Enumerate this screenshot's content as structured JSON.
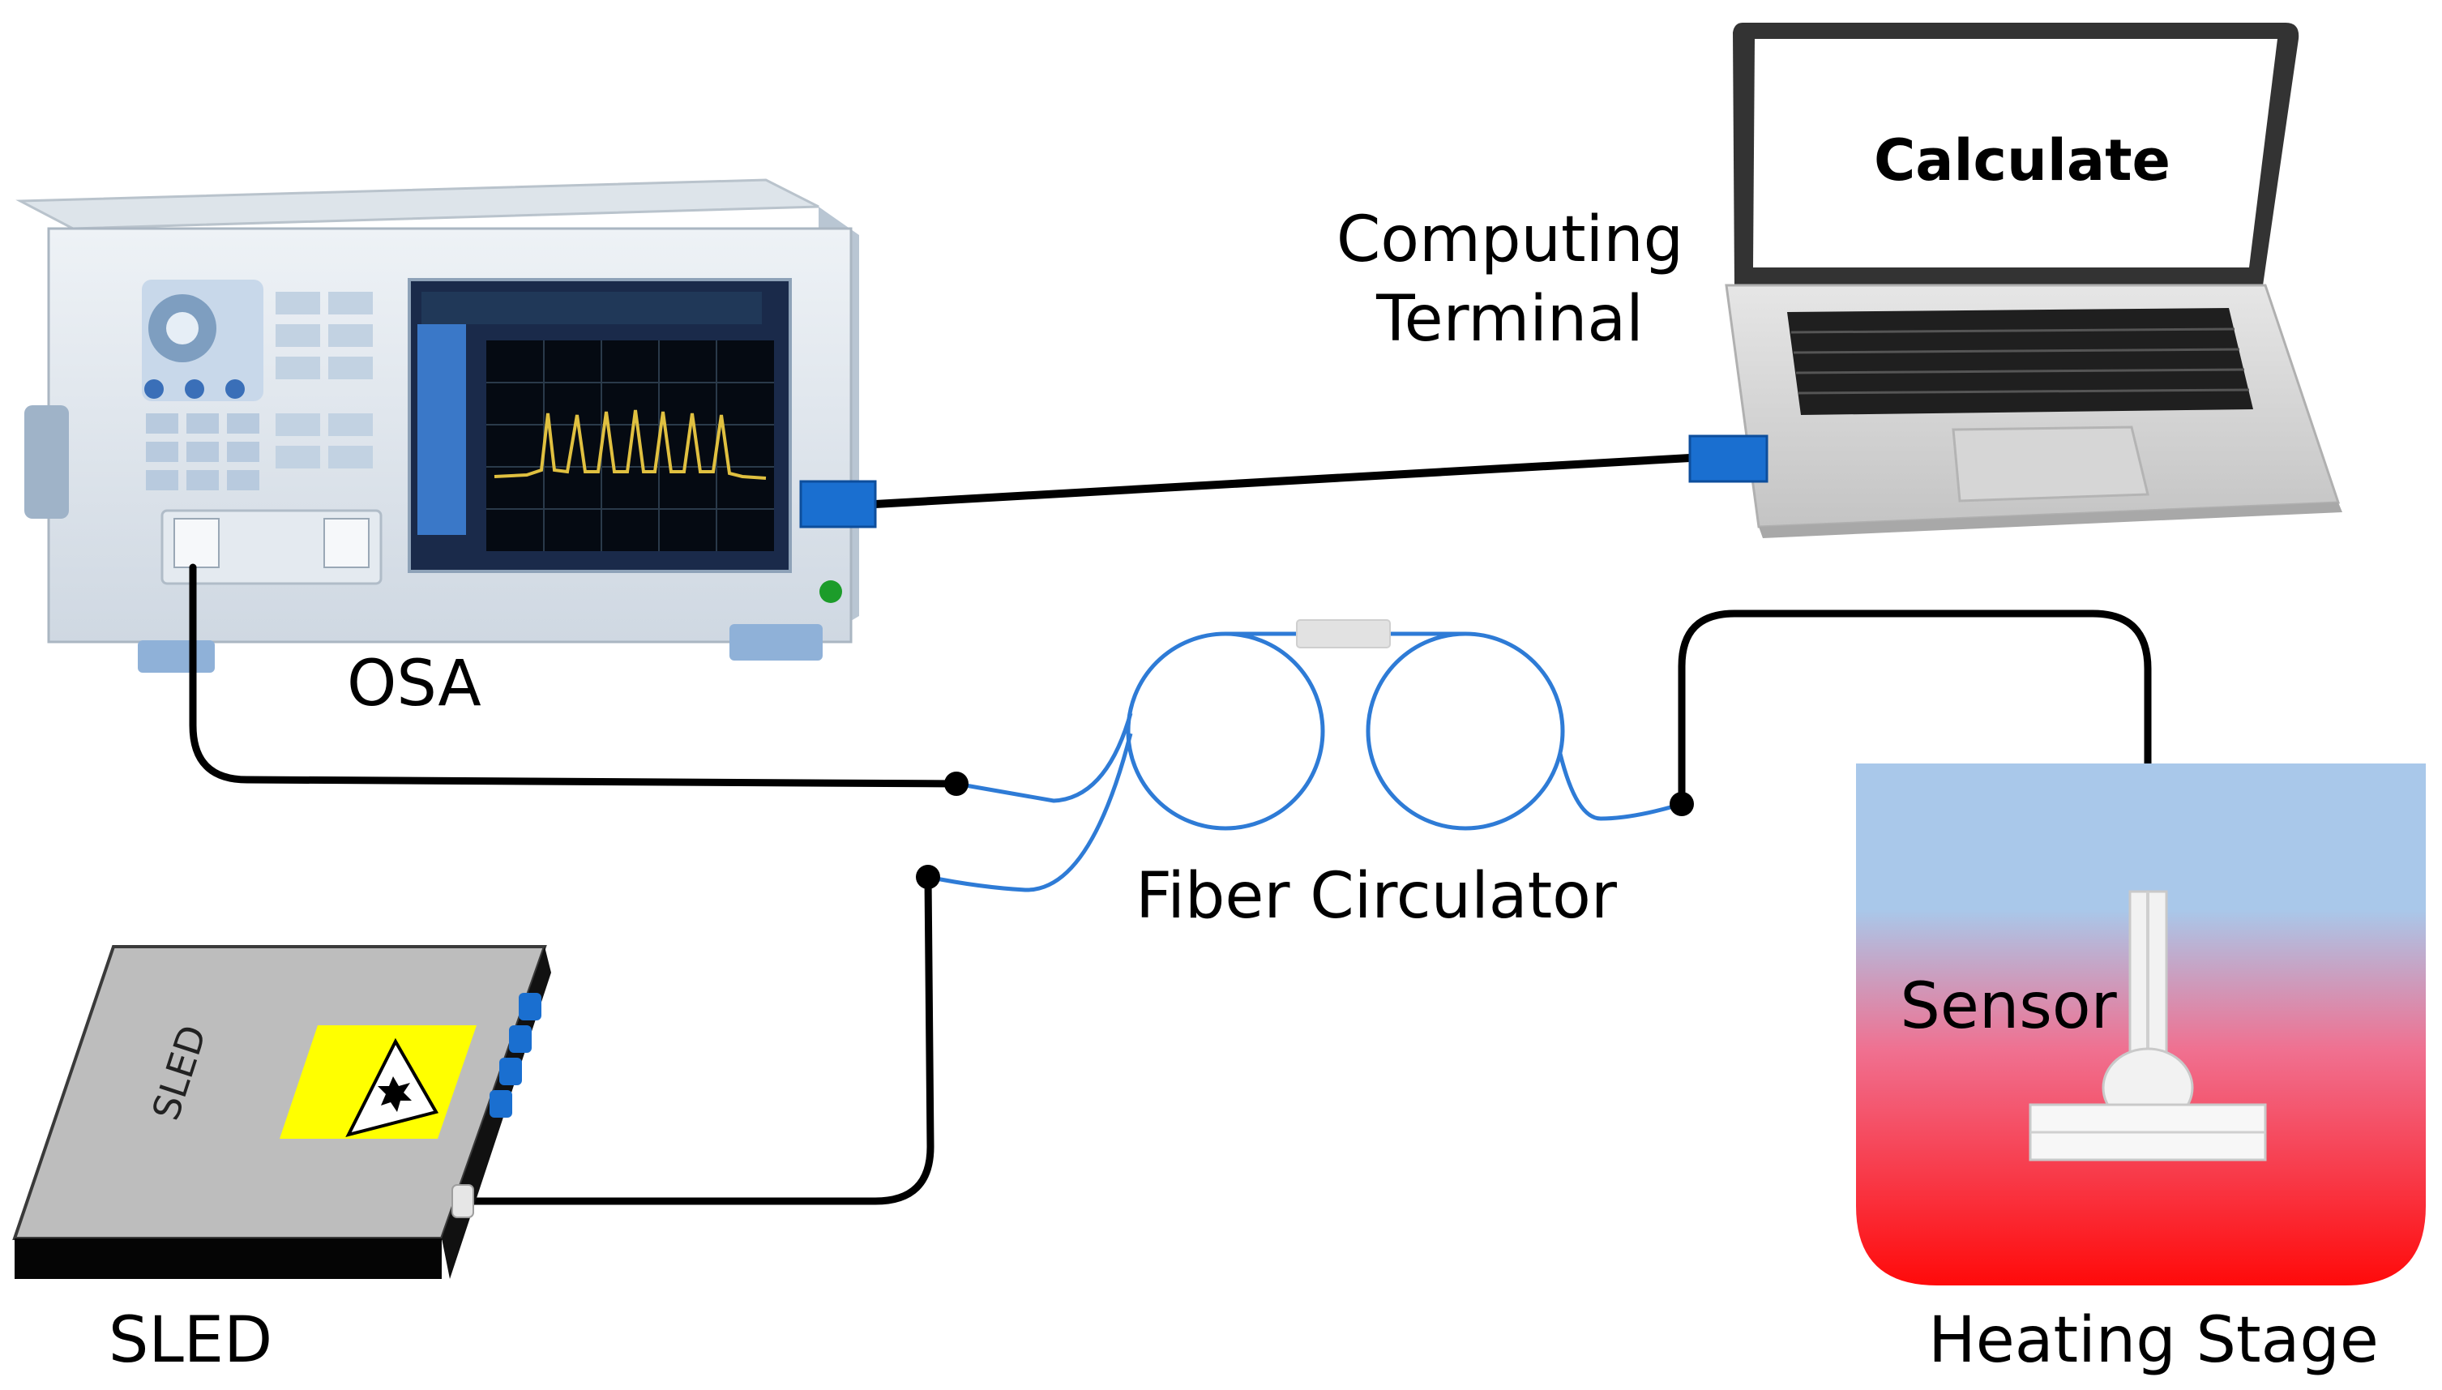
{
  "labels": {
    "osa": "OSA",
    "computing_terminal_line1": "Computing",
    "computing_terminal_line2": "Terminal",
    "laptop_screen": "Calculate",
    "fiber_circulator": "Fiber Circulator",
    "sensor": "Sensor",
    "sled": "SLED",
    "sled_device_text": "SLED",
    "heating_stage": "Heating Stage"
  },
  "colors": {
    "fiber_blue": "#2e7bd6",
    "connector_blue": "#1a6fd0",
    "cable_black": "#000000",
    "osa_screen_trace": "#e0c040",
    "heating_top": "#a9c8ea",
    "heating_bottom": "#ff0a0a",
    "sled_warning_yellow": "#ffff00",
    "sled_body_gray": "#bdbdbd"
  }
}
